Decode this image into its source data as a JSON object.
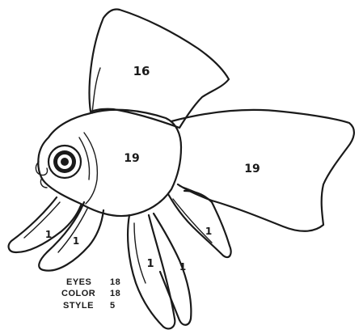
{
  "figure": {
    "region_labels": {
      "dorsal_fin": "16",
      "body": "19",
      "tail": "19",
      "left_ventral_fin_outer": "1",
      "left_ventral_fin_inner": "1",
      "lower_fin_front": "1",
      "lower_fin_back": "1",
      "anal_fin": "1"
    },
    "scores": [
      {
        "label": "EYES",
        "value": "18"
      },
      {
        "label": "COLOR",
        "value": "18"
      },
      {
        "label": "STYLE",
        "value": "5"
      }
    ]
  }
}
